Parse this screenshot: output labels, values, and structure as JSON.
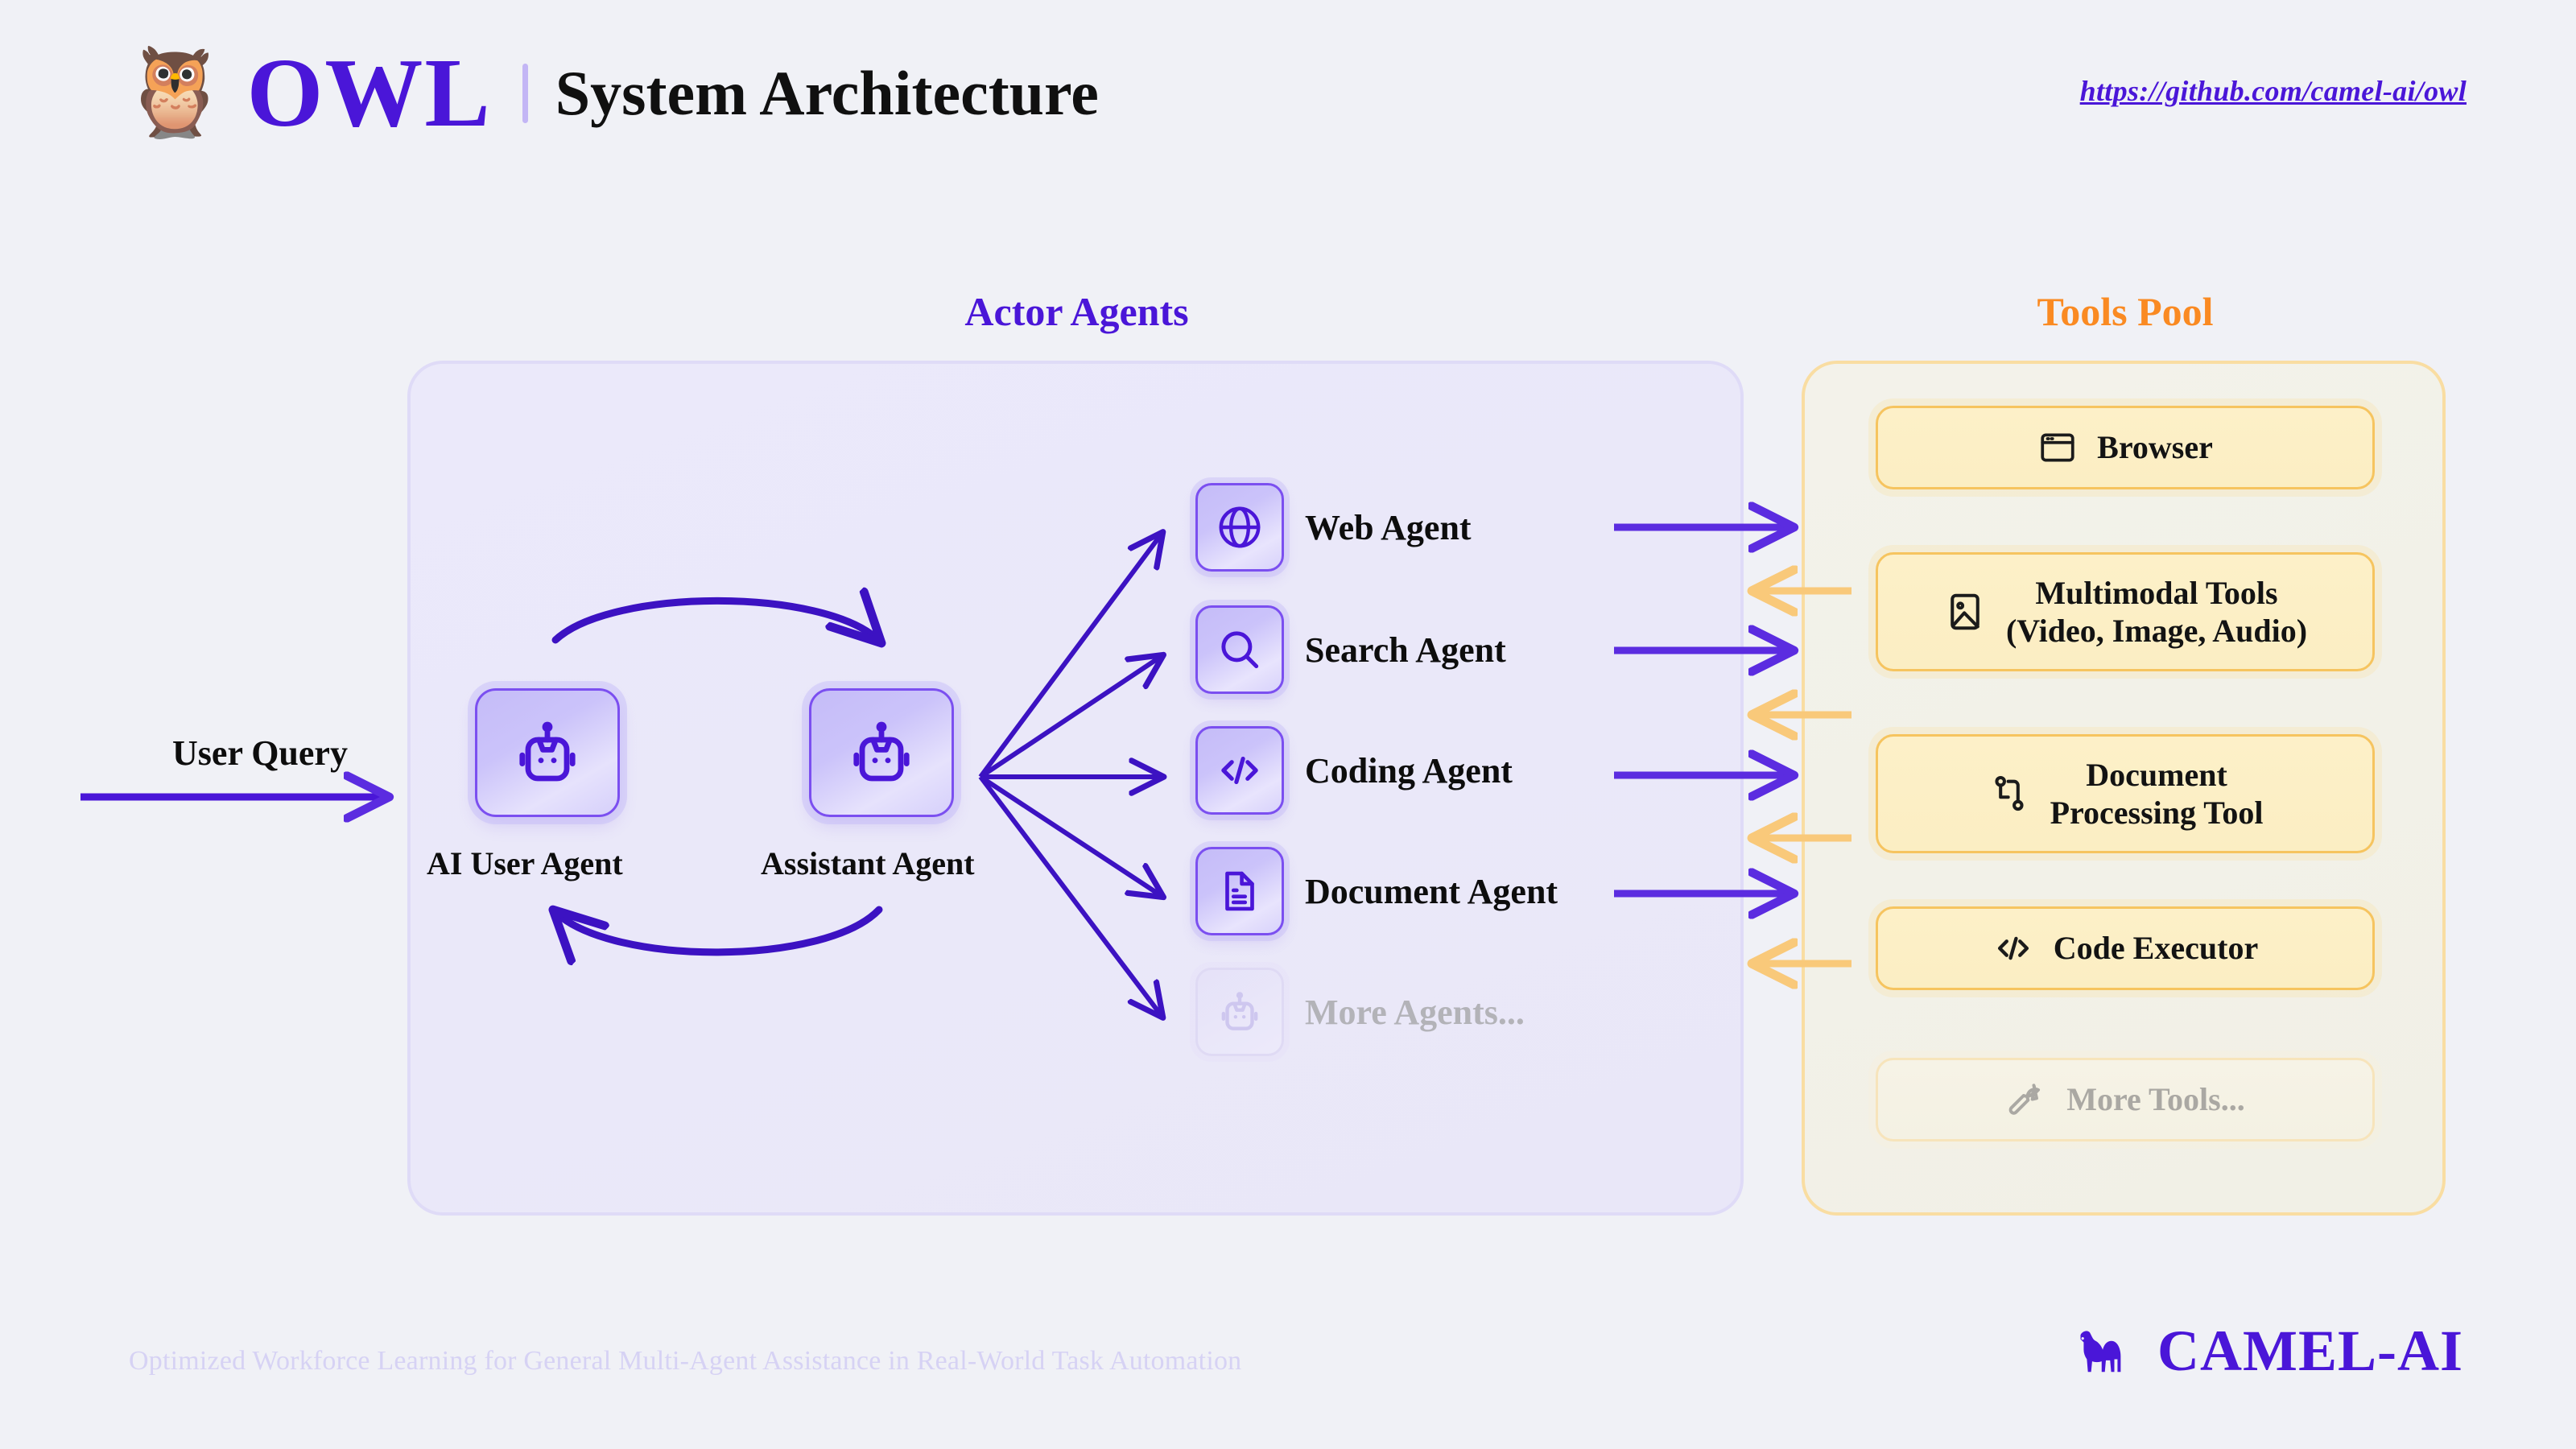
{
  "header": {
    "owl_icon": "owl-emoji",
    "brand": "OWL",
    "title": "System Architecture",
    "repo_url": "https://github.com/camel-ai/owl"
  },
  "sections": {
    "actor_agents_heading": "Actor Agents",
    "tools_pool_heading": "Tools Pool"
  },
  "flow": {
    "user_query_label": "User Query"
  },
  "duo_agents": [
    {
      "id": "ai-user-agent",
      "label": "AI User Agent",
      "icon": "robot-icon"
    },
    {
      "id": "assistant-agent",
      "label": "Assistant Agent",
      "icon": "robot-icon"
    }
  ],
  "agents": [
    {
      "id": "web-agent",
      "label": "Web Agent",
      "icon": "globe-icon",
      "muted": false
    },
    {
      "id": "search-agent",
      "label": "Search Agent",
      "icon": "search-icon",
      "muted": false
    },
    {
      "id": "coding-agent",
      "label": "Coding Agent",
      "icon": "code-icon",
      "muted": false
    },
    {
      "id": "document-agent",
      "label": "Document Agent",
      "icon": "document-icon",
      "muted": false
    },
    {
      "id": "more-agents",
      "label": "More Agents...",
      "icon": "robot-icon",
      "muted": true
    }
  ],
  "tools": [
    {
      "id": "browser",
      "label": "Browser",
      "icon": "browser-window-icon",
      "muted": false
    },
    {
      "id": "multimodal-tools",
      "label": "Multimodal Tools\n(Video, Image, Audio)",
      "icon": "image-icon",
      "muted": false
    },
    {
      "id": "document-processing-tool",
      "label": "Document\nProcessing Tool",
      "icon": "git-branch-icon",
      "muted": false
    },
    {
      "id": "code-executor",
      "label": "Code Executor",
      "icon": "code-icon",
      "muted": false
    },
    {
      "id": "more-tools",
      "label": "More Tools...",
      "icon": "wrench-icon",
      "muted": true
    }
  ],
  "footer": {
    "tagline": "Optimized Workforce Learning for General Multi-Agent Assistance in Real-World Task Automation",
    "camel_wordmark": "CAMEL-AI",
    "camel_icon": "camel-icon"
  },
  "colors": {
    "background": "#f0f1f6",
    "brand_purple": "#4a16d8",
    "accent_purple": "#5b2ce0",
    "tools_orange": "#fa8a22",
    "tool_border": "#f6c45f",
    "tool_fill": "#fbeec3",
    "agent_panel_fill": "#eae8f9",
    "muted_grey": "#b3b3b8",
    "tagline_lavender": "#d6d2f4"
  }
}
